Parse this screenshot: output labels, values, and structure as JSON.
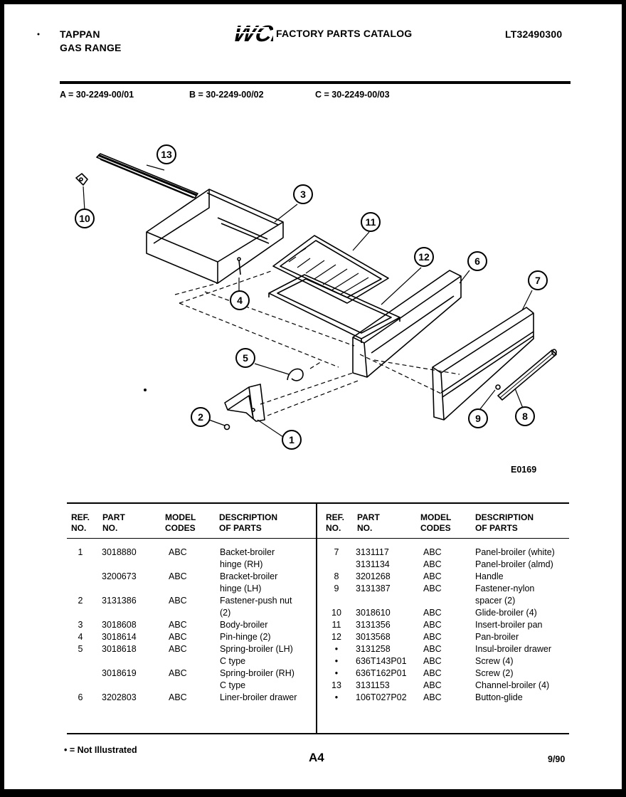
{
  "header": {
    "brand_line1": "TAPPAN",
    "brand_line2": "GAS RANGE",
    "logo_text": "WCI",
    "catalog_title": "FACTORY PARTS CATALOG",
    "catalog_number": "LT32490300"
  },
  "models": {
    "a": "A = 30-2249-00/01",
    "b": "B = 30-2249-00/02",
    "c": "C = 30-2249-00/03"
  },
  "diagram": {
    "code": "E0169",
    "callouts": [
      "13",
      "10",
      "3",
      "11",
      "12",
      "6",
      "7",
      "4",
      "5",
      "2",
      "1",
      "9",
      "8"
    ]
  },
  "table": {
    "headers": {
      "ref": [
        "REF.",
        "NO."
      ],
      "part": [
        "PART",
        "NO."
      ],
      "model": [
        "MODEL",
        "CODES"
      ],
      "desc": [
        "DESCRIPTION",
        "OF PARTS"
      ]
    },
    "left_rows": [
      {
        "ref": "1",
        "part": "3018880",
        "codes": "ABC",
        "desc": [
          "Backet-broiler",
          "hinge (RH)"
        ]
      },
      {
        "ref": "",
        "part": "3200673",
        "codes": "ABC",
        "desc": [
          "Bracket-broiler",
          "hinge (LH)"
        ]
      },
      {
        "ref": "2",
        "part": "3131386",
        "codes": "ABC",
        "desc": [
          "Fastener-push nut",
          "(2)"
        ]
      },
      {
        "ref": "3",
        "part": "3018608",
        "codes": "ABC",
        "desc": [
          "Body-broiler"
        ]
      },
      {
        "ref": "4",
        "part": "3018614",
        "codes": "ABC",
        "desc": [
          "Pin-hinge (2)"
        ]
      },
      {
        "ref": "5",
        "part": "3018618",
        "codes": "ABC",
        "desc": [
          "Spring-broiler (LH)",
          "C type"
        ]
      },
      {
        "ref": "",
        "part": "3018619",
        "codes": "ABC",
        "desc": [
          "Spring-broiler (RH)",
          "C type"
        ]
      },
      {
        "ref": "6",
        "part": "3202803",
        "codes": "ABC",
        "desc": [
          "Liner-broiler drawer"
        ]
      }
    ],
    "right_rows": [
      {
        "ref": "7",
        "part": "3131117",
        "codes": "ABC",
        "desc": [
          "Panel-broiler (white)"
        ]
      },
      {
        "ref": "",
        "part": "3131134",
        "codes": "ABC",
        "desc": [
          "Panel-broiler (almd)"
        ]
      },
      {
        "ref": "8",
        "part": "3201268",
        "codes": "ABC",
        "desc": [
          "Handle"
        ]
      },
      {
        "ref": "9",
        "part": "3131387",
        "codes": "ABC",
        "desc": [
          "Fastener-nylon",
          "spacer (2)"
        ]
      },
      {
        "ref": "10",
        "part": "3018610",
        "codes": "ABC",
        "desc": [
          "Glide-broiler (4)"
        ]
      },
      {
        "ref": "11",
        "part": "3131356",
        "codes": "ABC",
        "desc": [
          "Insert-broiler pan"
        ]
      },
      {
        "ref": "12",
        "part": "3013568",
        "codes": "ABC",
        "desc": [
          "Pan-broiler"
        ]
      },
      {
        "ref": "•",
        "part": "3131258",
        "codes": "ABC",
        "desc": [
          "Insul-broiler drawer"
        ]
      },
      {
        "ref": "•",
        "part": "636T143P01",
        "codes": "ABC",
        "desc": [
          "Screw (4)"
        ]
      },
      {
        "ref": "•",
        "part": "636T162P01",
        "codes": "ABC",
        "desc": [
          "Screw (2)"
        ]
      },
      {
        "ref": "13",
        "part": "3131153",
        "codes": "ABC",
        "desc": [
          "Channel-broiler (4)"
        ]
      },
      {
        "ref": "•",
        "part": "106T027P02",
        "codes": "ABC",
        "desc": [
          "Button-glide"
        ]
      }
    ]
  },
  "footer": {
    "note": "• = Not Illustrated",
    "page": "A4",
    "date": "9/90"
  }
}
